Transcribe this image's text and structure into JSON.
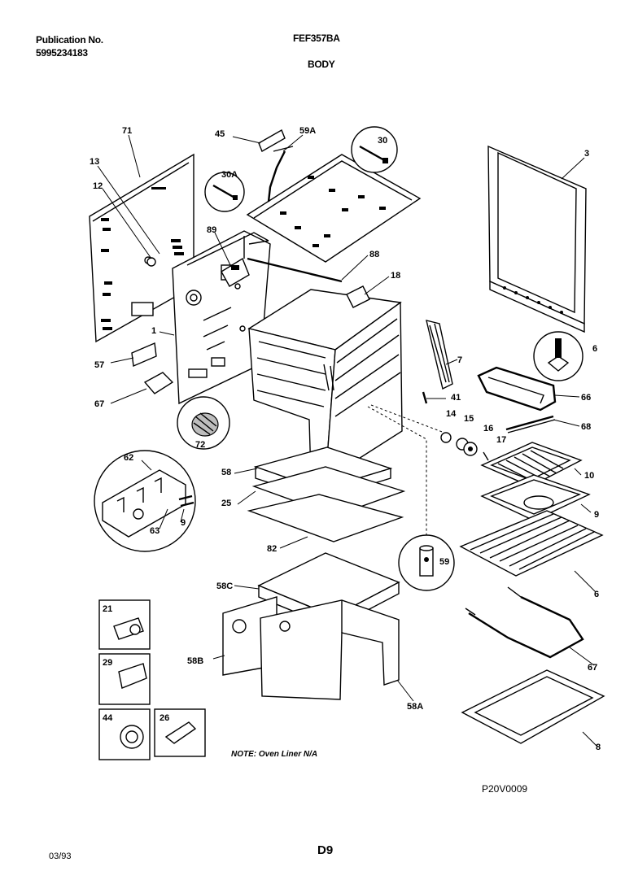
{
  "header": {
    "publication_label": "Publication No.",
    "publication_number": "5995234183",
    "model": "FEF357BA",
    "section": "BODY"
  },
  "parts": [
    "71",
    "13",
    "12",
    "89",
    "45",
    "59A",
    "30A",
    "30",
    "3",
    "88",
    "18",
    "1",
    "57",
    "67",
    "72",
    "62",
    "63",
    "9",
    "58",
    "25",
    "82",
    "58C",
    "58B",
    "58A",
    "59",
    "7",
    "41",
    "66",
    "68",
    "14",
    "15",
    "16",
    "17",
    "10",
    "6",
    "8",
    "21",
    "29",
    "44",
    "26"
  ],
  "note": "NOTE: Oven Liner N/A",
  "diagram_code": "P20V0009",
  "footer": {
    "date": "03/93",
    "page": "D9"
  }
}
